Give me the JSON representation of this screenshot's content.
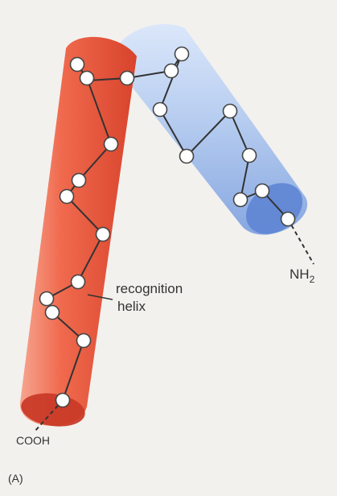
{
  "labels": {
    "recognition_line1": "recognition",
    "recognition_line2": "helix",
    "c_terminus": "COOH",
    "n_terminus_main": "NH",
    "n_terminus_sub": "2",
    "panel": "(A)"
  },
  "colors": {
    "background": "#f3f1ee",
    "red_helix": "#f06a4e",
    "red_helix_dark": "#d8432c",
    "blue_helix": "#9eb9e8",
    "blue_helix_dark": "#5f86d4",
    "backbone": "#333333",
    "atom_fill": "#ffffff"
  }
}
